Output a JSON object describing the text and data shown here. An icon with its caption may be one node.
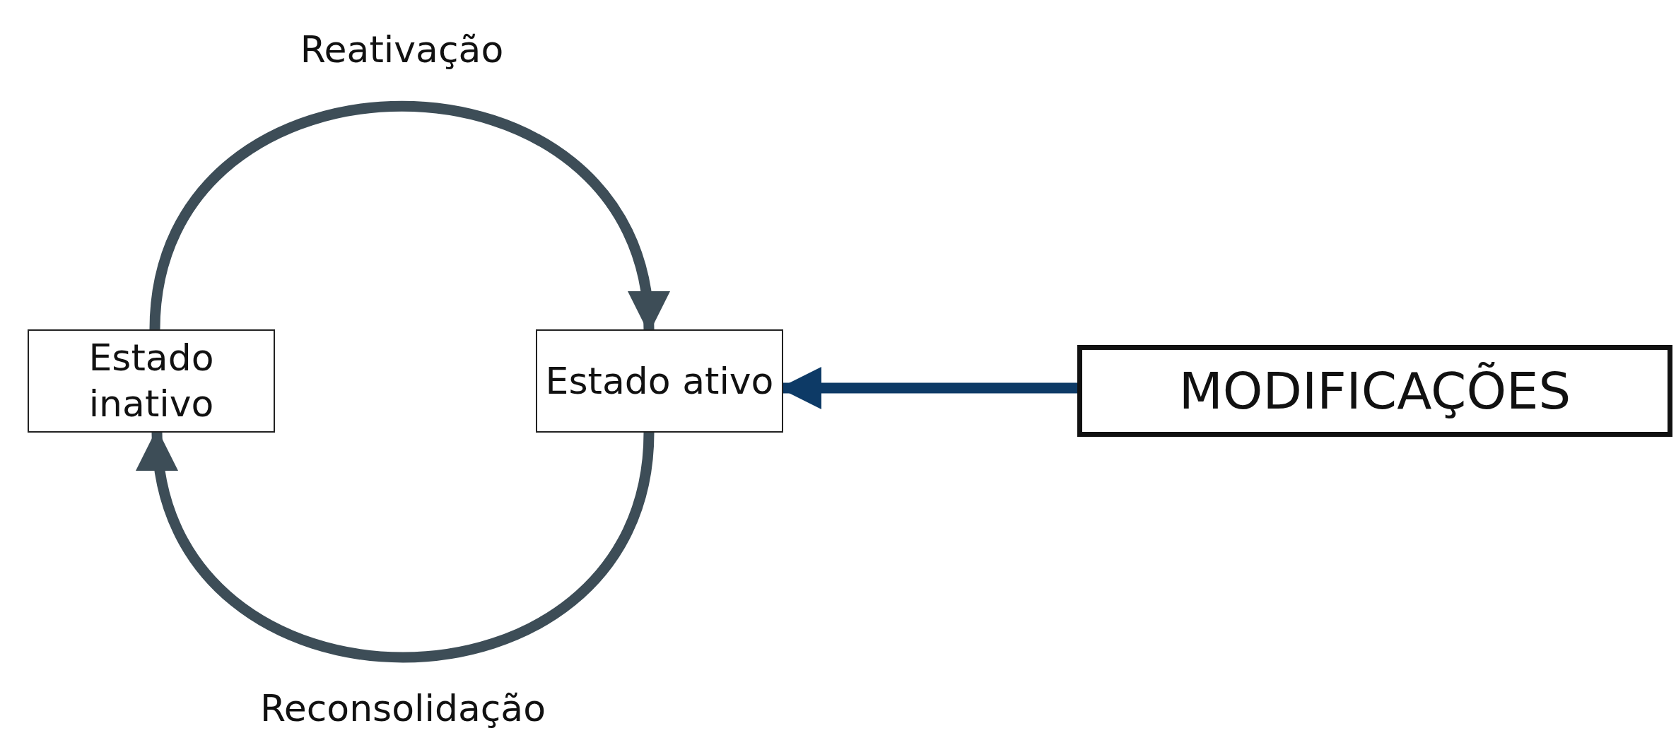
{
  "diagram": {
    "nodes": [
      {
        "text": [
          "Estado inativo"
        ]
      },
      {
        "text": [
          "Estado ativo"
        ]
      },
      {
        "text": [
          "MODIFICAÇÕES"
        ]
      }
    ],
    "edges": [
      {
        "from": 0,
        "to": 1,
        "arrow": "to",
        "label": "Reativação"
      },
      {
        "from": 1,
        "to": 0,
        "arrow": "to",
        "label": "Reconsolidação"
      },
      {
        "from": 2,
        "to": 1,
        "arrow": "to",
        "color": "#0d3a66"
      }
    ]
  }
}
